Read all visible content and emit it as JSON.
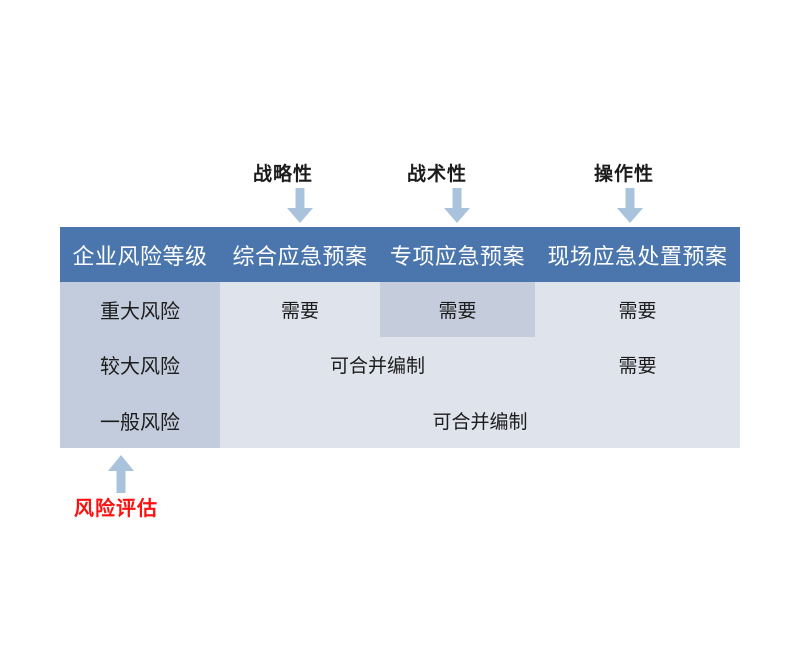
{
  "figure": {
    "kind": "risk-level-emergency-plan-matrix",
    "accent_header_color": "#4A76AD",
    "row_header_color": "#C3CCDC",
    "cell_color": "#DFE3EB",
    "highlight_cell_color": "#C5CDDC",
    "arrow_color": "#A9C3DD",
    "annotation_color": "#FF0000"
  },
  "top_annotations": [
    {
      "label": "战略性",
      "icon": "arrow-down-icon",
      "targets_column": "综合应急预案"
    },
    {
      "label": "战术性",
      "icon": "arrow-down-icon",
      "targets_column": "专项应急预案"
    },
    {
      "label": "操作性",
      "icon": "arrow-down-icon",
      "targets_column": "现场应急处置预案"
    }
  ],
  "bottom_annotation": {
    "label": "风险评估",
    "icon": "arrow-up-icon",
    "targets_column": "企业风险等级"
  },
  "table": {
    "headers": [
      "企业风险等级",
      "综合应急预案",
      "专项应急预案",
      "现场应急处置预案"
    ],
    "rows": [
      {
        "level": "重大风险",
        "cells": [
          {
            "text": "需要",
            "highlight": false
          },
          {
            "text": "需要",
            "highlight": true
          },
          {
            "text": "需要",
            "highlight": false
          }
        ]
      },
      {
        "level": "较大风险",
        "cells": [
          {
            "text": "可合并编制",
            "span": 2,
            "highlight": false
          },
          {
            "text": "需要",
            "span": 1,
            "highlight": false
          }
        ]
      },
      {
        "level": "一般风险",
        "cells": [
          {
            "text": "可合并编制",
            "span": 3,
            "highlight": false
          }
        ]
      }
    ]
  }
}
